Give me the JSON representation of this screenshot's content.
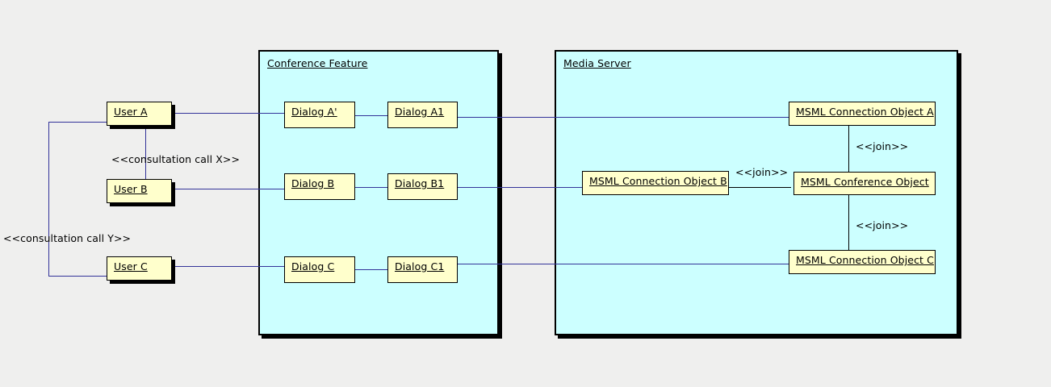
{
  "diagram": {
    "title": "Conference Feature / Media Server object diagram",
    "background_color": "#efefee",
    "panel_fill": "#ccffff",
    "object_fill": "#ffffcc",
    "connector_color": "#333399",
    "join_connector_color": "#000000"
  },
  "panels": [
    {
      "id": "conference-feature",
      "label": "Conference Feature"
    },
    {
      "id": "media-server",
      "label": "Media Server"
    }
  ],
  "actors": [
    {
      "id": "user-a",
      "label": "User A"
    },
    {
      "id": "user-b",
      "label": "User B"
    },
    {
      "id": "user-c",
      "label": "User C"
    }
  ],
  "dialogs": [
    {
      "id": "dialog-a-prime",
      "label": "Dialog A'"
    },
    {
      "id": "dialog-a1",
      "label": "Dialog A1"
    },
    {
      "id": "dialog-b",
      "label": "Dialog B"
    },
    {
      "id": "dialog-b1",
      "label": "Dialog B1"
    },
    {
      "id": "dialog-c",
      "label": "Dialog C"
    },
    {
      "id": "dialog-c1",
      "label": "Dialog C1"
    }
  ],
  "media_objects": [
    {
      "id": "msml-connection-object-a",
      "label": "MSML Connection Object A"
    },
    {
      "id": "msml-connection-object-b",
      "label": "MSML Connection Object B"
    },
    {
      "id": "msml-connection-object-c",
      "label": "MSML Connection Object C"
    },
    {
      "id": "msml-conference-object",
      "label": "MSML Conference Object"
    }
  ],
  "stereotype_labels": [
    {
      "id": "consultation-call-x",
      "label": "<<consultation call X>>"
    },
    {
      "id": "consultation-call-y",
      "label": "<<consultation call Y>>"
    },
    {
      "id": "join-a",
      "label": "<<join>>"
    },
    {
      "id": "join-b",
      "label": "<<join>>"
    },
    {
      "id": "join-c",
      "label": "<<join>>"
    }
  ]
}
